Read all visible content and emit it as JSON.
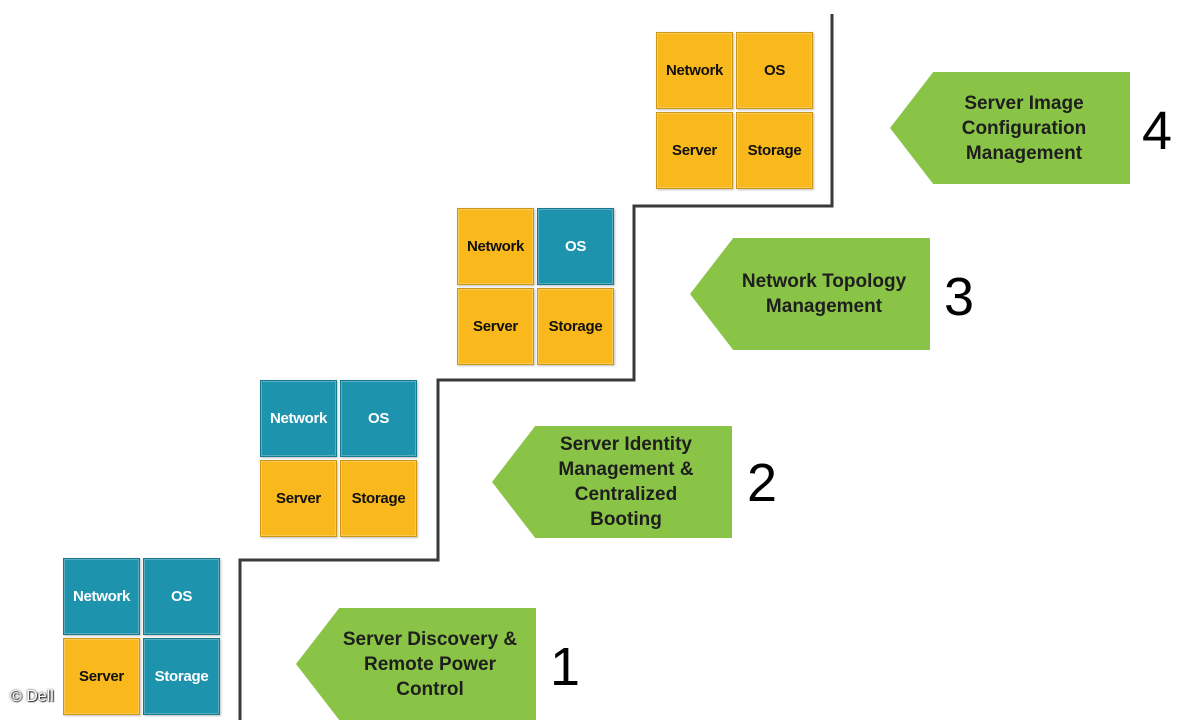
{
  "colors": {
    "orange": "#f9b81b",
    "blue": "#1e93ad",
    "green": "#8ac446",
    "stair_line": "#3a3a3a"
  },
  "steps": [
    {
      "number": "1",
      "label": "Server Discovery &\nRemote Power\nControl",
      "tiles": [
        {
          "label": "Network",
          "color": "blue"
        },
        {
          "label": "OS",
          "color": "blue"
        },
        {
          "label": "Server",
          "color": "orange"
        },
        {
          "label": "Storage",
          "color": "blue"
        }
      ]
    },
    {
      "number": "2",
      "label": "Server Identity\nManagement &\nCentralized\nBooting",
      "tiles": [
        {
          "label": "Network",
          "color": "blue"
        },
        {
          "label": "OS",
          "color": "blue"
        },
        {
          "label": "Server",
          "color": "orange"
        },
        {
          "label": "Storage",
          "color": "orange"
        }
      ]
    },
    {
      "number": "3",
      "label": "Network Topology\nManagement",
      "tiles": [
        {
          "label": "Network",
          "color": "orange"
        },
        {
          "label": "OS",
          "color": "blue"
        },
        {
          "label": "Server",
          "color": "orange"
        },
        {
          "label": "Storage",
          "color": "orange"
        }
      ]
    },
    {
      "number": "4",
      "label": "Server Image\nConfiguration\nManagement",
      "tiles": [
        {
          "label": "Network",
          "color": "orange"
        },
        {
          "label": "OS",
          "color": "orange"
        },
        {
          "label": "Server",
          "color": "orange"
        },
        {
          "label": "Storage",
          "color": "orange"
        }
      ]
    }
  ],
  "copyright": "© Dell"
}
